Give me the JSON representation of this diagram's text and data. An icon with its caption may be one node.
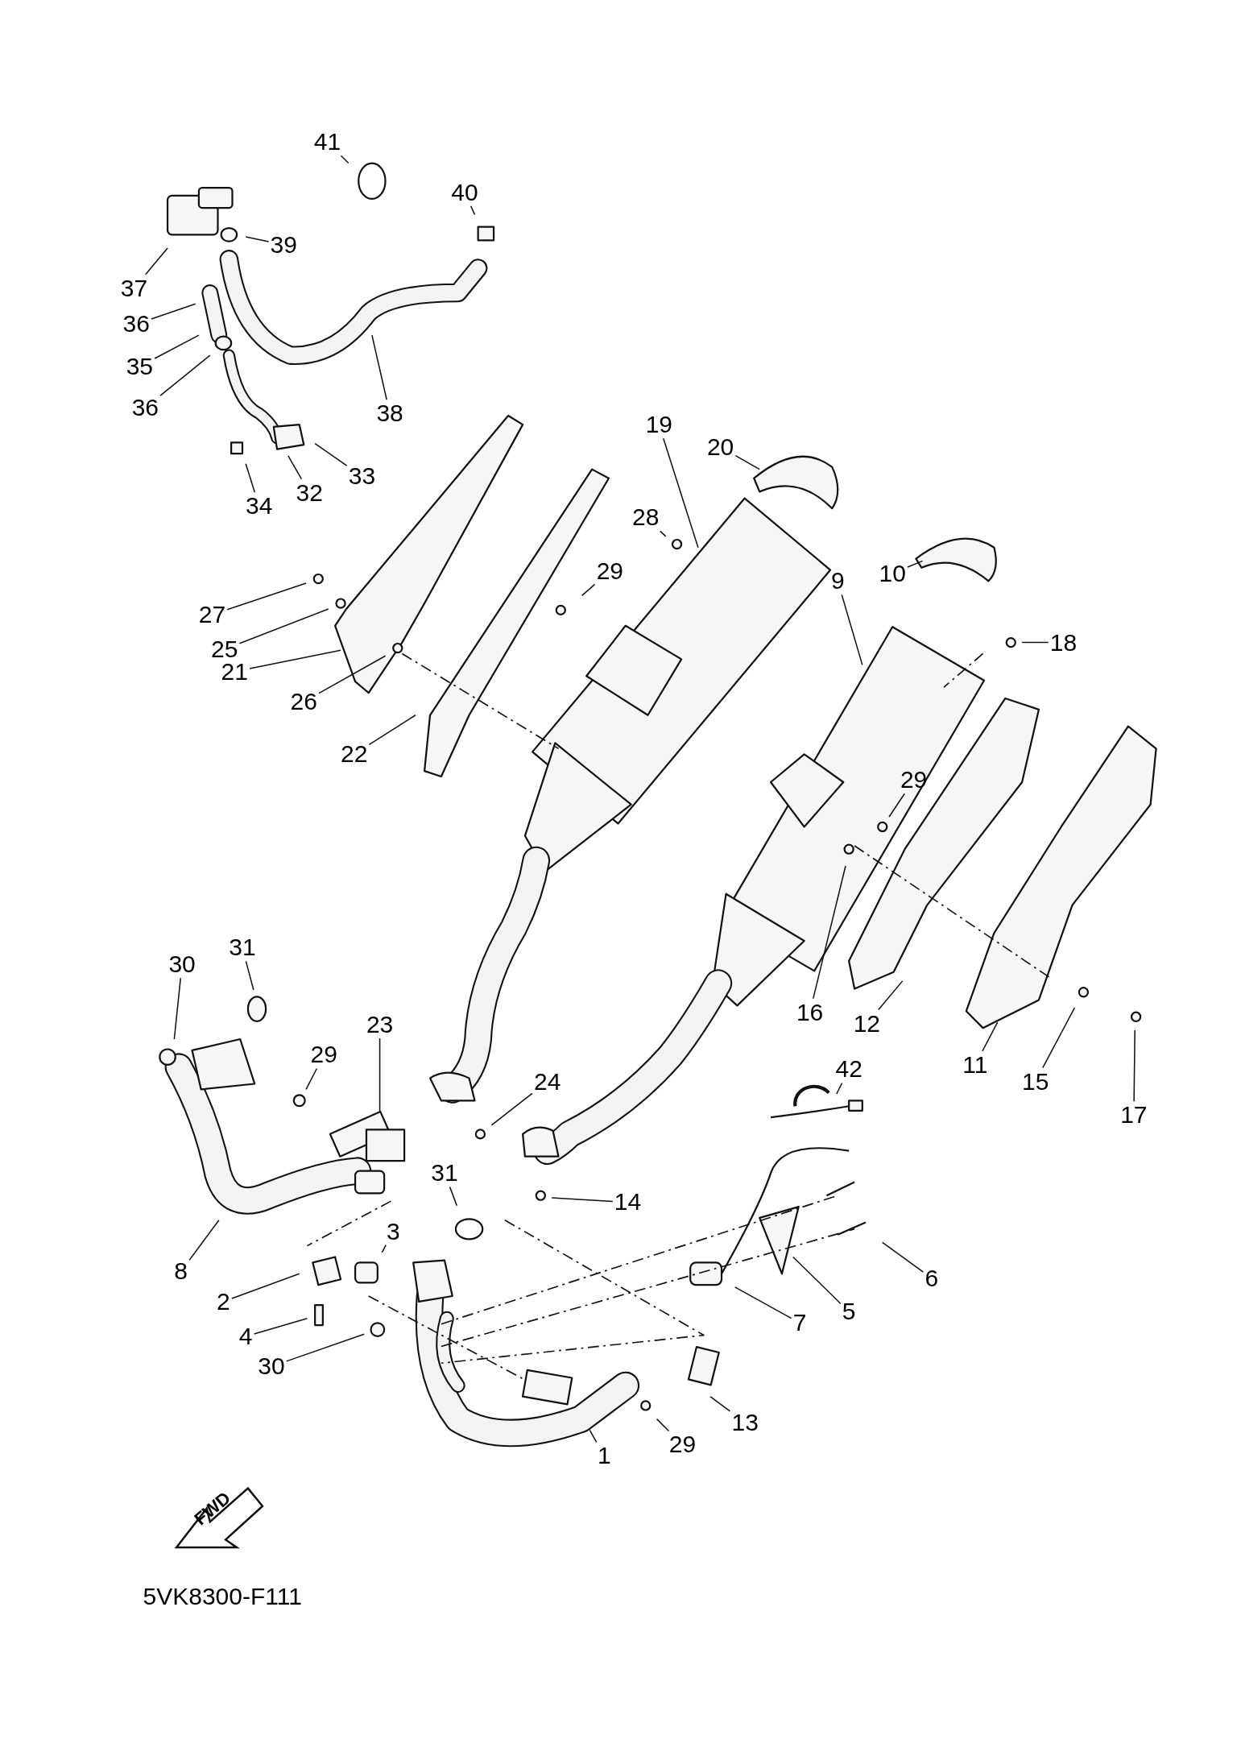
{
  "diagram": {
    "nodes": [
      {
        "text": [
          "41"
        ]
      },
      {
        "text": [
          "40"
        ]
      },
      {
        "text": [
          "39"
        ]
      },
      {
        "text": [
          "37"
        ]
      },
      {
        "text": [
          "36"
        ]
      },
      {
        "text": [
          "35"
        ]
      },
      {
        "text": [
          "36"
        ]
      },
      {
        "text": [
          "38"
        ]
      },
      {
        "text": [
          "33"
        ]
      },
      {
        "text": [
          "32"
        ]
      },
      {
        "text": [
          "34"
        ]
      },
      {
        "text": [
          "19"
        ]
      },
      {
        "text": [
          "20"
        ]
      },
      {
        "text": [
          "28"
        ]
      },
      {
        "text": [
          "29"
        ]
      },
      {
        "text": [
          "27"
        ]
      },
      {
        "text": [
          "25"
        ]
      },
      {
        "text": [
          "21"
        ]
      },
      {
        "text": [
          "26"
        ]
      },
      {
        "text": [
          "22"
        ]
      },
      {
        "text": [
          "9"
        ]
      },
      {
        "text": [
          "10"
        ]
      },
      {
        "text": [
          "18"
        ]
      },
      {
        "text": [
          "29"
        ]
      },
      {
        "text": [
          "16"
        ]
      },
      {
        "text": [
          "12"
        ]
      },
      {
        "text": [
          "11"
        ]
      },
      {
        "text": [
          "15"
        ]
      },
      {
        "text": [
          "17"
        ]
      },
      {
        "text": [
          "30"
        ]
      },
      {
        "text": [
          "31"
        ]
      },
      {
        "text": [
          "29"
        ]
      },
      {
        "text": [
          "23"
        ]
      },
      {
        "text": [
          "24"
        ]
      },
      {
        "text": [
          "42"
        ]
      },
      {
        "text": [
          "14"
        ]
      },
      {
        "text": [
          "31"
        ]
      },
      {
        "text": [
          "3"
        ]
      },
      {
        "text": [
          "2"
        ]
      },
      {
        "text": [
          "4"
        ]
      },
      {
        "text": [
          "30"
        ]
      },
      {
        "text": [
          "8"
        ]
      },
      {
        "text": [
          "6"
        ]
      },
      {
        "text": [
          "5"
        ]
      },
      {
        "text": [
          "7"
        ]
      },
      {
        "text": [
          "13"
        ]
      },
      {
        "text": [
          "29"
        ]
      },
      {
        "text": [
          "1"
        ]
      }
    ],
    "edges": [
      {
        "from": 0,
        "to": null,
        "arrow": "none"
      },
      {
        "from": 1,
        "to": null,
        "arrow": "none"
      },
      {
        "from": 2,
        "to": null,
        "arrow": "none"
      },
      {
        "from": 3,
        "to": null,
        "arrow": "none"
      },
      {
        "from": 4,
        "to": null,
        "arrow": "none"
      },
      {
        "from": 5,
        "to": null,
        "arrow": "none"
      },
      {
        "from": 6,
        "to": null,
        "arrow": "none"
      },
      {
        "from": 7,
        "to": null,
        "arrow": "none"
      },
      {
        "from": 8,
        "to": null,
        "arrow": "none"
      },
      {
        "from": 9,
        "to": null,
        "arrow": "none"
      },
      {
        "from": 10,
        "to": null,
        "arrow": "none"
      },
      {
        "from": 11,
        "to": null,
        "arrow": "none"
      },
      {
        "from": 12,
        "to": null,
        "arrow": "none"
      },
      {
        "from": 13,
        "to": null,
        "arrow": "none"
      },
      {
        "from": 14,
        "to": null,
        "arrow": "none"
      },
      {
        "from": 15,
        "to": null,
        "arrow": "none"
      },
      {
        "from": 16,
        "to": null,
        "arrow": "none"
      },
      {
        "from": 17,
        "to": null,
        "arrow": "none"
      },
      {
        "from": 18,
        "to": null,
        "arrow": "none"
      },
      {
        "from": 19,
        "to": null,
        "arrow": "none"
      },
      {
        "from": 20,
        "to": null,
        "arrow": "none"
      },
      {
        "from": 21,
        "to": null,
        "arrow": "none"
      },
      {
        "from": 22,
        "to": null,
        "arrow": "none"
      },
      {
        "from": 23,
        "to": null,
        "arrow": "none"
      },
      {
        "from": 24,
        "to": null,
        "arrow": "none"
      },
      {
        "from": 25,
        "to": null,
        "arrow": "none"
      },
      {
        "from": 26,
        "to": null,
        "arrow": "none"
      },
      {
        "from": 27,
        "to": null,
        "arrow": "none"
      },
      {
        "from": 28,
        "to": null,
        "arrow": "none"
      },
      {
        "from": 29,
        "to": null,
        "arrow": "none"
      },
      {
        "from": 30,
        "to": null,
        "arrow": "none"
      },
      {
        "from": 31,
        "to": null,
        "arrow": "none"
      },
      {
        "from": 32,
        "to": null,
        "arrow": "none"
      },
      {
        "from": 33,
        "to": null,
        "arrow": "none"
      },
      {
        "from": 34,
        "to": null,
        "arrow": "none"
      },
      {
        "from": 35,
        "to": null,
        "arrow": "none"
      },
      {
        "from": 36,
        "to": null,
        "arrow": "none"
      },
      {
        "from": 37,
        "to": null,
        "arrow": "none"
      },
      {
        "from": 38,
        "to": null,
        "arrow": "none"
      },
      {
        "from": 39,
        "to": null,
        "arrow": "none"
      },
      {
        "from": 40,
        "to": null,
        "arrow": "none"
      },
      {
        "from": 41,
        "to": null,
        "arrow": "none"
      },
      {
        "from": 42,
        "to": null,
        "arrow": "none"
      },
      {
        "from": 43,
        "to": null,
        "arrow": "none"
      },
      {
        "from": 44,
        "to": null,
        "arrow": "none"
      },
      {
        "from": 45,
        "to": null,
        "arrow": "none"
      },
      {
        "from": 46,
        "to": null,
        "arrow": "none"
      },
      {
        "from": 47,
        "to": null,
        "arrow": "none"
      }
    ],
    "labels": [
      "FWD",
      "5VK8300-F111"
    ]
  }
}
